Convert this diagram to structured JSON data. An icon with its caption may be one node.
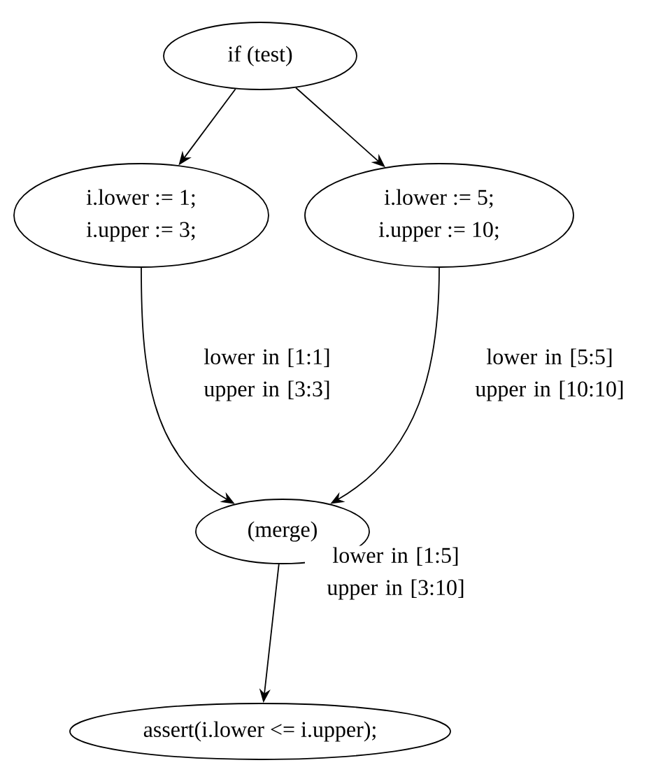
{
  "diagram": {
    "nodes": [
      {
        "text": [
          "if (test)"
        ]
      },
      {
        "text": [
          "i.lower := 1;",
          "i.upper := 3;"
        ]
      },
      {
        "text": [
          "i.lower := 5;",
          "i.upper := 10;"
        ]
      },
      {
        "text": [
          "(merge)"
        ]
      },
      {
        "text": [
          "assert(i.lower <= i.upper);"
        ]
      }
    ],
    "edges": [
      {
        "from": 0,
        "to": 1,
        "arrow": "to"
      },
      {
        "from": 0,
        "to": 2,
        "arrow": "to"
      },
      {
        "from": 1,
        "to": 3,
        "arrow": "to",
        "label": "lower in [1:1] upper in [3:3]"
      },
      {
        "from": 2,
        "to": 3,
        "arrow": "to",
        "label": "lower in [5:5] upper in [10:10]"
      },
      {
        "from": 3,
        "to": 4,
        "arrow": "to",
        "label": "lower in [1:5] upper in [3:10]"
      }
    ]
  }
}
